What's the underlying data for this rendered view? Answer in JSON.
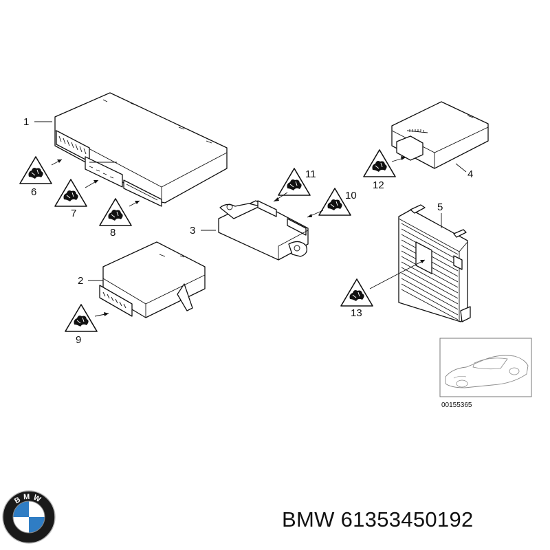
{
  "callouts": {
    "c1": "1",
    "c2": "2",
    "c3": "3",
    "c4": "4",
    "c5": "5",
    "c6": "6",
    "c7": "7",
    "c8": "8",
    "c9": "9",
    "c10": "10",
    "c11": "11",
    "c12": "12",
    "c13": "13"
  },
  "inset": {
    "reference": "00155365"
  },
  "caption": {
    "brand": "BMW",
    "part_number": "61353450192"
  },
  "logo": {
    "letters": "BMW",
    "colors": {
      "blue": "#2f7dc4",
      "ring": "#1a1a1a",
      "white": "#ffffff"
    }
  },
  "icons": {
    "warning": "esd-warning-triangle-icon"
  }
}
